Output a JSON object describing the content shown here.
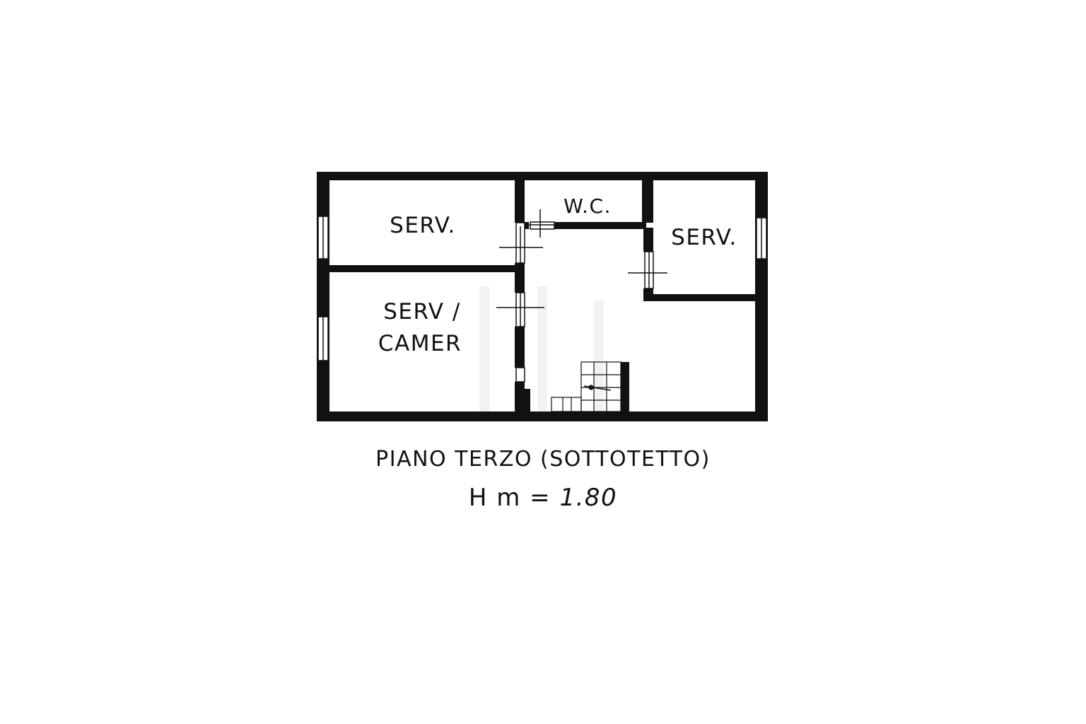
{
  "rooms": {
    "serv_top_left": "SERV.",
    "wc": "W.C.",
    "serv_right": "SERV.",
    "serv_camer_line1": "SERV /",
    "serv_camer_line2": "CAMER"
  },
  "caption": {
    "title": "PIANO TERZO (SOTTOTETTO)",
    "height_prefix": "H m =",
    "height_value": "1.80"
  },
  "colors": {
    "wall": "#111111",
    "background": "#ffffff"
  }
}
